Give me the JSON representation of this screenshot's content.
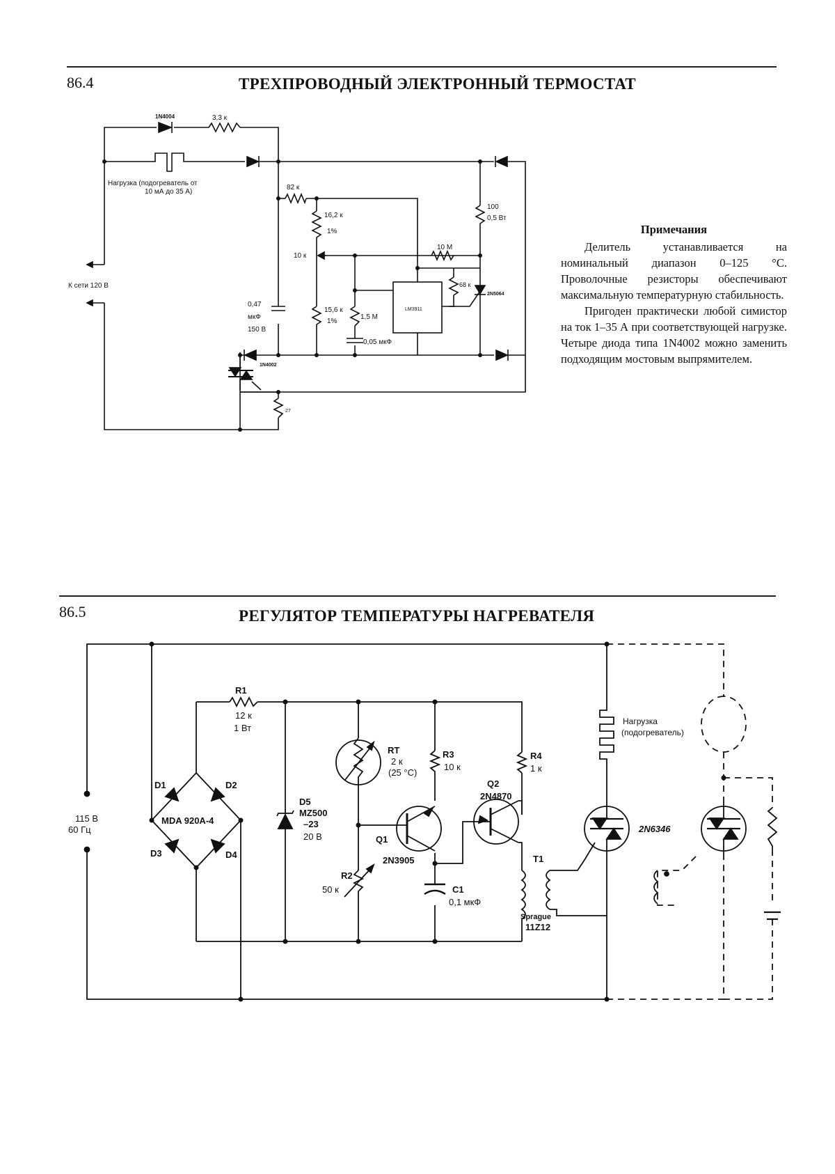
{
  "section1": {
    "number": "86.4",
    "title": "ТРЕХПРОВОДНЫЙ ЭЛЕКТРОННЫЙ ТЕРМОСТАТ",
    "labels": {
      "d_top": "1N4004",
      "r_33k": "3,3 к",
      "load": "Нагрузка (подогреватель от",
      "load2": "10 мА до 35 А)",
      "r82": "82 к",
      "r162": "16,2 к",
      "r162b": "1%",
      "pot10k": "10 к",
      "r10m": "10 М",
      "r100": "100",
      "r100b": "0,5 Вт",
      "r68k": "68 к",
      "q_2n5064": "2N5064",
      "ic": "LM3911",
      "r156": "15,6 к",
      "r156b": "1%",
      "r15m": "1,5 М",
      "c005": "0,05 мкФ",
      "c047": "0,47",
      "c047b": "мкФ",
      "c047c": "150 В",
      "d_1n4002": "1N4002",
      "mains": "К сети 120 В",
      "r27": "27"
    },
    "notes": {
      "heading": "Примечания",
      "p1": "Делитель устанавливается на номинальный диапазон 0–125 °С. Проволочные резисторы обеспечивают максимальную температурную стабильность.",
      "p2": "Пригоден практически любой симистор на ток 1–35 А при соответствующей нагрузке. Четыре диода типа 1N4002 можно заменить подходящим мостовым выпрямителем."
    }
  },
  "section2": {
    "number": "86.5",
    "title": "РЕГУЛЯТОР ТЕМПЕРАТУРЫ НАГРЕВАТЕЛЯ",
    "labels": {
      "r1": "R1",
      "r1v": "12 к",
      "r1w": "1 Вт",
      "rt": "RT",
      "rtv": "2 к",
      "rtt": "(25 °C)",
      "r3": "R3",
      "r3v": "10 к",
      "r4": "R4",
      "r4v": "1 к",
      "q2": "Q2",
      "q2v": "2N4870",
      "load": "Нагрузка",
      "load2": "(подогреватель)",
      "d1": "D1",
      "d2": "D2",
      "d3": "D3",
      "d4": "D4",
      "bridge": "MDA 920A-4",
      "d5": "D5",
      "d5v": "MZ500",
      "d5v2": "–23",
      "d5v3": "20 В",
      "q1": "Q1",
      "q1v": "2N3905",
      "triac": "2N6346",
      "mains1": "115 В",
      "mains2": "60 Гц",
      "r2": "R2",
      "r2v": "50 к",
      "c1": "C1",
      "c1v": "0,1 мкФ",
      "t1": "T1",
      "t1v": "Sprague",
      "t1v2": "11Z12"
    }
  }
}
